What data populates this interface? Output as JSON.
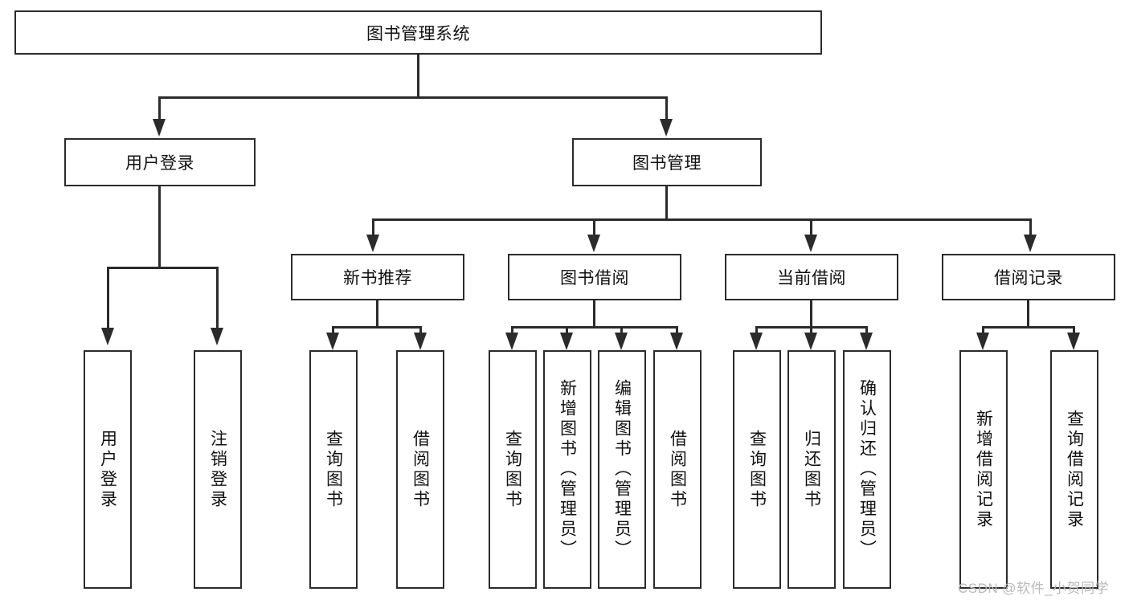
{
  "diagram": {
    "type": "tree-hierarchy",
    "root": {
      "id": "root",
      "label": "图书管理系统"
    },
    "level2": [
      {
        "id": "user-login",
        "label": "用户登录"
      },
      {
        "id": "book-manage",
        "label": "图书管理"
      }
    ],
    "level3": [
      {
        "id": "new-book-rec",
        "label": "新书推荐",
        "parent": "book-manage"
      },
      {
        "id": "book-borrow",
        "label": "图书借阅",
        "parent": "book-manage"
      },
      {
        "id": "current-borrow",
        "label": "当前借阅",
        "parent": "book-manage"
      },
      {
        "id": "borrow-record",
        "label": "借阅记录",
        "parent": "book-manage"
      }
    ],
    "leaves": {
      "user_login": [
        {
          "id": "leaf-user-login",
          "label": "用户登录"
        },
        {
          "id": "leaf-user-logout",
          "label": "注销登录"
        }
      ],
      "new_book_rec": [
        {
          "id": "leaf-query-book-1",
          "label": "查询图书"
        },
        {
          "id": "leaf-borrow-book-1",
          "label": "借阅图书"
        }
      ],
      "book_borrow": [
        {
          "id": "leaf-query-book-2",
          "label": "查询图书"
        },
        {
          "id": "leaf-add-book",
          "label": "新增图书（管理员）"
        },
        {
          "id": "leaf-edit-book",
          "label": "编辑图书（管理员）"
        },
        {
          "id": "leaf-borrow-book-2",
          "label": "借阅图书"
        }
      ],
      "current_borrow": [
        {
          "id": "leaf-query-book-3",
          "label": "查询图书"
        },
        {
          "id": "leaf-return-book",
          "label": "归还图书"
        },
        {
          "id": "leaf-confirm-return",
          "label": "确认归还（管理员）"
        }
      ],
      "borrow_record": [
        {
          "id": "leaf-add-record",
          "label": "新增借阅记录"
        },
        {
          "id": "leaf-query-record",
          "label": "查询借阅记录"
        }
      ]
    }
  },
  "watermark": {
    "text": "CSDN @软件_小贺同学"
  },
  "colors": {
    "stroke": "#2b2b2b",
    "fill": "#ffffff",
    "text": "#111111",
    "watermark": "#b9b9b9"
  }
}
